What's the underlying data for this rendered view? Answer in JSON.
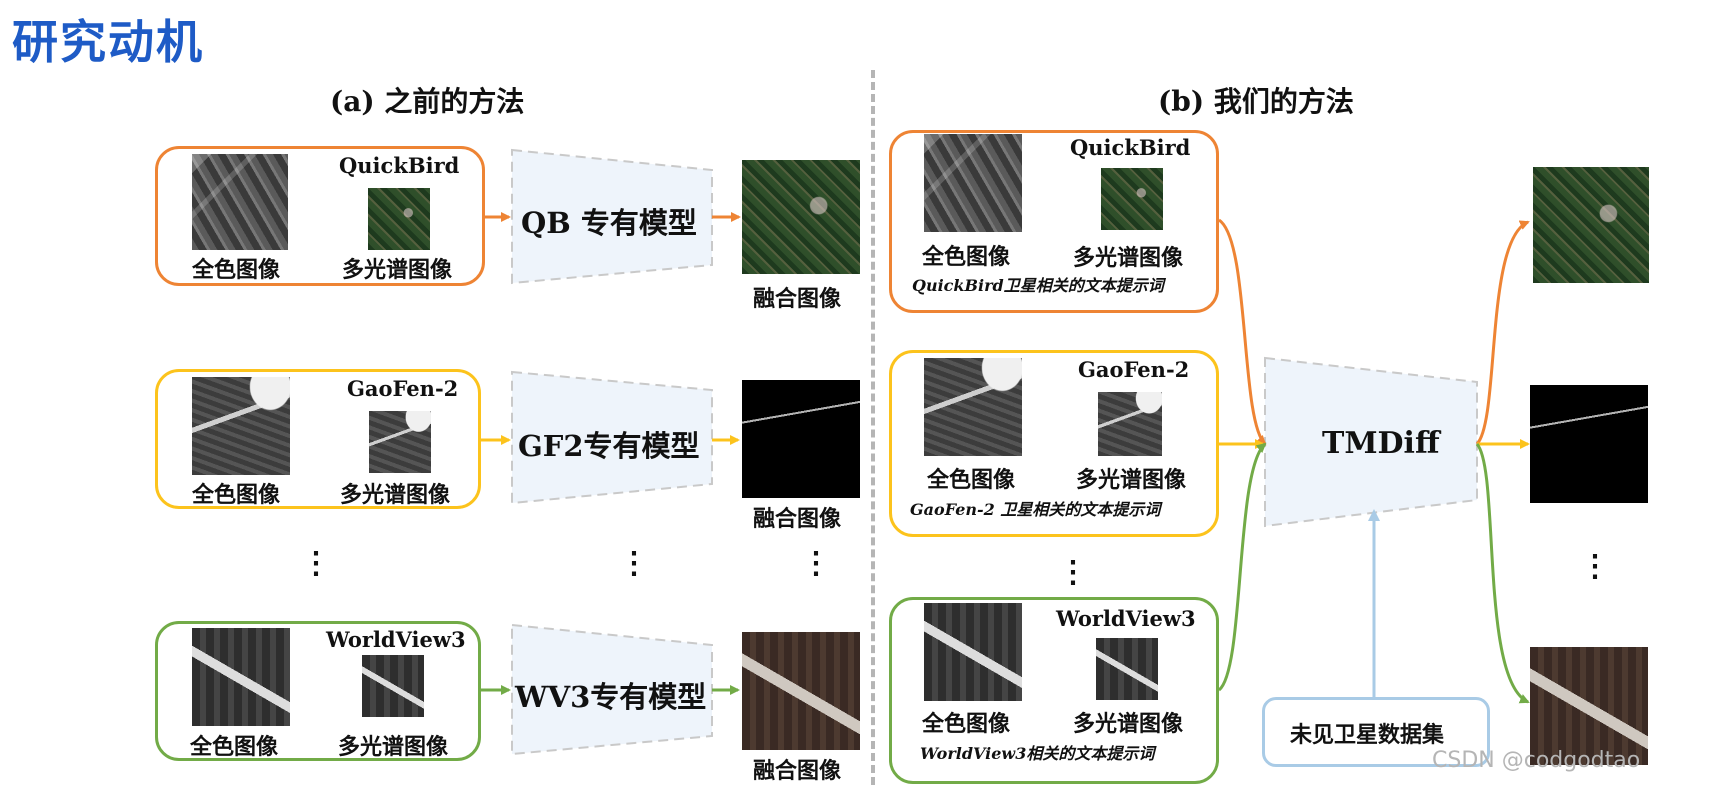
{
  "title": "研究动机",
  "left_section": {
    "title": "(a) 之前的方法"
  },
  "right_section": {
    "title": "(b) 我们的方法"
  },
  "labels": {
    "pan": "全色图像",
    "ms": "多光谱图像",
    "fused": "融合图像"
  },
  "left_rows": [
    {
      "satellite": "QuickBird",
      "model": "QB 专有模型",
      "color": "#ee8434"
    },
    {
      "satellite": "GaoFen-2",
      "model": "GF2专有模型",
      "color": "#fcc31c"
    },
    {
      "satellite": "WorldView3",
      "model": "WV3专有模型",
      "color": "#72ab47"
    }
  ],
  "right_rows": [
    {
      "satellite": "QuickBird",
      "prompt": "QuickBird卫星相关的文本提示词",
      "color": "#ee8434"
    },
    {
      "satellite": "GaoFen-2",
      "prompt": "GaoFen-2 卫星相关的文本提示词",
      "color": "#fcc31c"
    },
    {
      "satellite": "WorldView3",
      "prompt": "WorldView3相关的文本提示词",
      "color": "#72ab47"
    }
  ],
  "central_model": "TMDiff",
  "unseen_box": {
    "label": "未见卫星数据集",
    "color": "#a9cbe6"
  },
  "ellipsis": "⋮",
  "watermark": "CSDN @codgodtao",
  "colors": {
    "title_blue": "#1e5bc6",
    "model_fill": "#eef4fb",
    "divider": "#b5b5b5"
  }
}
